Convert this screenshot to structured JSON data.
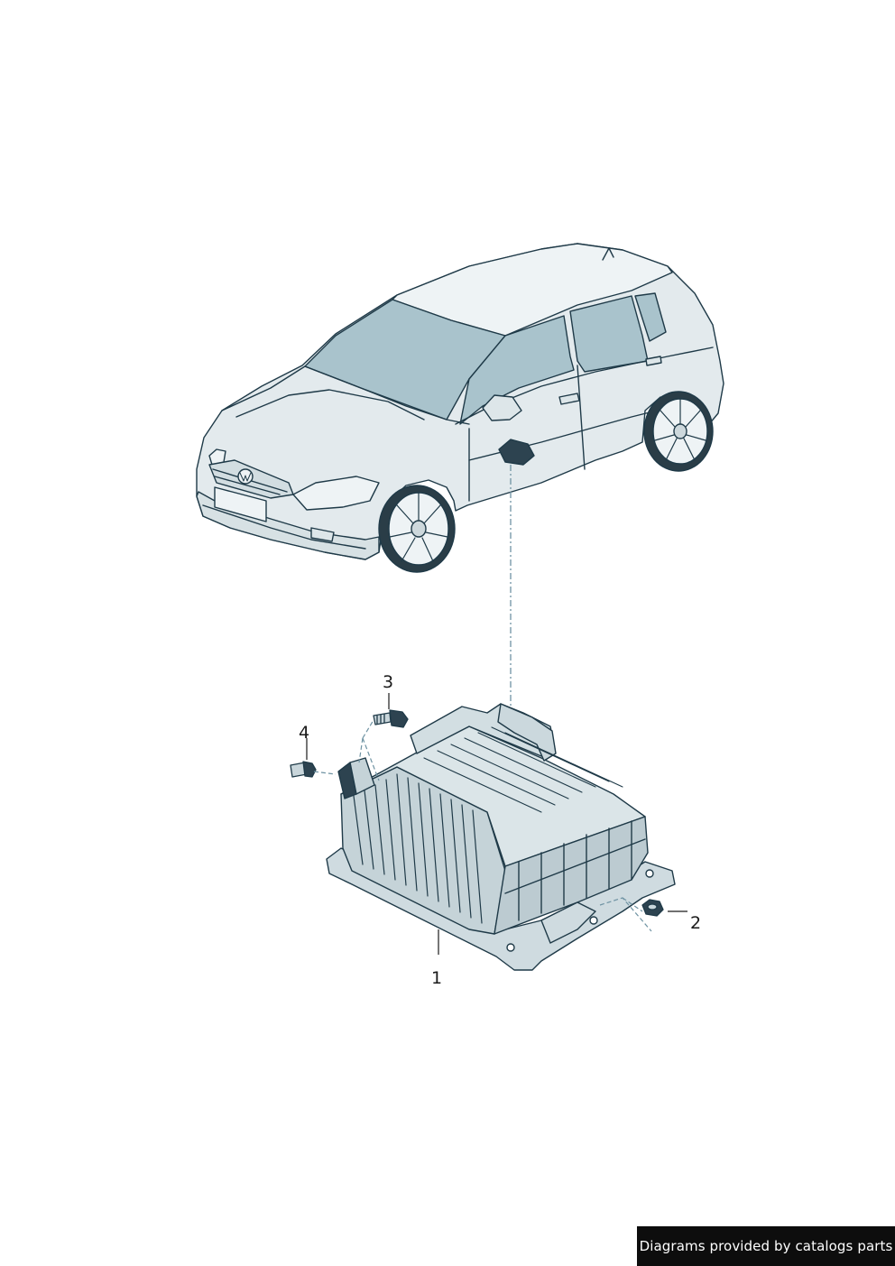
{
  "callouts": {
    "part_1": "1",
    "part_2": "2",
    "part_3": "3",
    "part_4": "4"
  },
  "credit": "Diagrams provided by catalogs parts",
  "colors": {
    "outline": "#1f3a48",
    "body_fill": "#dfe7ea",
    "glass_fill": "#a9c3cc",
    "part_fill": "#c9d6db",
    "leader_dash": "#6f93a3",
    "credit_bg": "#0d0d0d"
  }
}
